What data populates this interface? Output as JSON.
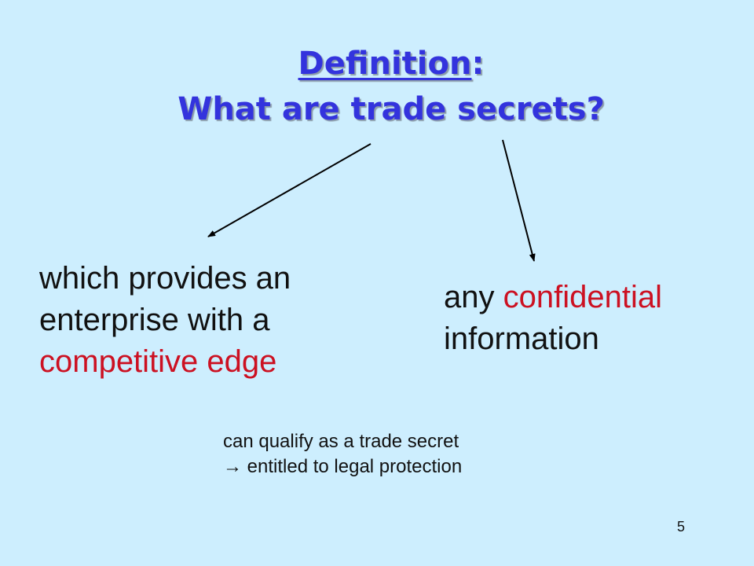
{
  "slide": {
    "title_word": "Definition",
    "title_colon": ":",
    "title_line2": "What are trade secrets?",
    "left_part1": "which provides an enterprise with a",
    "left_part2": "competitive edge",
    "right_part1": "any ",
    "right_part2": "confidential",
    "right_part3": "information",
    "bottom_line1": "can qualify as a trade secret",
    "bottom_arrow": "→",
    "bottom_line2": "entitled to legal protection",
    "page_number": "5"
  },
  "colors": {
    "background": "#cdeefe",
    "title": "#3333dd",
    "emphasis": "#cc1122",
    "text": "#111111"
  }
}
